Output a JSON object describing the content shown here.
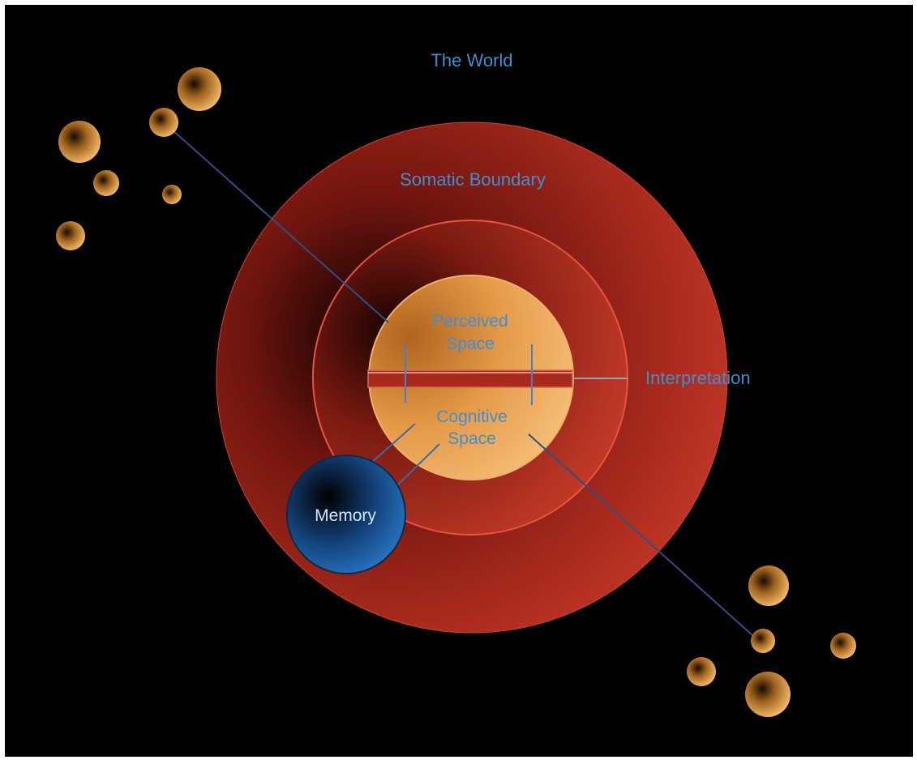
{
  "diagram": {
    "labels": {
      "world": "The World",
      "somatic": "Somatic Boundary",
      "perceived_line1": "Perceived",
      "perceived_line2": "Space",
      "interpretation": "Interpretation",
      "cognitive_line1": "Cognitive",
      "cognitive_line2": "Space",
      "memory": "Memory"
    },
    "colors": {
      "background": "#000000",
      "frame": "#ffffff",
      "somatic": "#b8321f",
      "core": "#e8a14f",
      "memory": "#1e5ea8",
      "label": "#3f8fd0",
      "connector": "#2f4f86",
      "orb": "#e6a552"
    }
  }
}
